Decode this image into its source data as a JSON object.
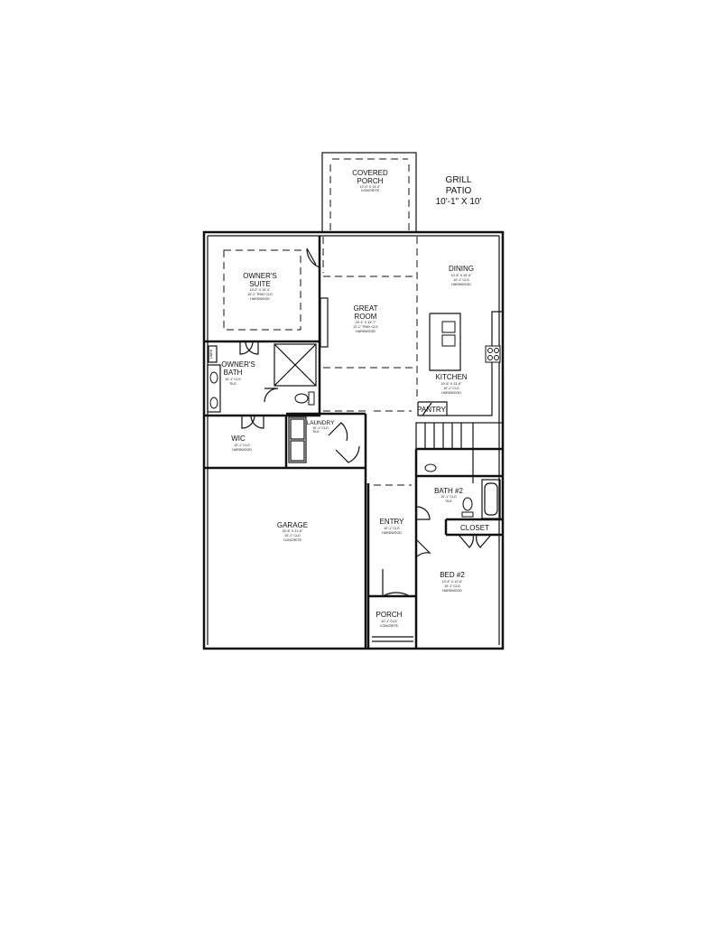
{
  "patio": {
    "line1": "GRILL",
    "line2": "PATIO",
    "size": "10'-1\" X 10'"
  },
  "rooms": {
    "covered_porch": {
      "name1": "COVERED",
      "name2": "PORCH",
      "d1": "12'-0\" X 13'-0\"",
      "d2": "CONCRETE"
    },
    "owners_suite": {
      "name1": "OWNER'S",
      "name2": "SUITE",
      "d1": "14'-0\" X 15'-0\"",
      "d2": "10'-1\" TRAY CLG",
      "d3": "HARDWOOD"
    },
    "great_room": {
      "name1": "GREAT",
      "name2": "ROOM",
      "d1": "15'-1\" X 19'-7\"",
      "d2": "12'-1\" TRAY CLG",
      "d3": "HARDWOOD"
    },
    "dining": {
      "name1": "DINING",
      "d1": "10'-6\" X 10'-6\"",
      "d2": "10'-1\" CLG",
      "d3": "HARDWOOD"
    },
    "kitchen": {
      "name1": "KITCHEN",
      "d1": "10'-6\" X 13'-6\"",
      "d2": "10'-1\" CLG",
      "d3": "HARDWOOD"
    },
    "pantry": {
      "name1": "PANTRY"
    },
    "linen": {
      "name1": "LINEN"
    },
    "owners_bath": {
      "name1": "OWNER'S",
      "name2": "BATH",
      "d1": "10'-1\" CLG",
      "d2": "TILE"
    },
    "wic": {
      "name1": "WIC",
      "d1": "10'-1\" CLG",
      "d2": "HARDWOOD"
    },
    "laundry": {
      "name1": "LAUNDRY",
      "d1": "10'-1\" CLG",
      "d2": "TILE"
    },
    "garage": {
      "name1": "GARAGE",
      "d1": "20'-8\" X 21'-6\"",
      "d2": "10'-1\" CLG",
      "d3": "CONCRETE"
    },
    "entry": {
      "name1": "ENTRY",
      "d1": "10'-1\" CLG",
      "d2": "HARDWOOD"
    },
    "bath2": {
      "name1": "BATH #2",
      "d1": "10'-1\" CLG",
      "d2": "TILE"
    },
    "closet": {
      "name1": "CLOSET"
    },
    "bed2": {
      "name1": "BED #2",
      "d1": "13'-8\" X 12'-6\"",
      "d2": "10'-1\" CLG",
      "d3": "HARDWOOD"
    },
    "porch": {
      "name1": "PORCH",
      "d1": "10'-1\" CLG",
      "d2": "CONCRETE"
    }
  }
}
